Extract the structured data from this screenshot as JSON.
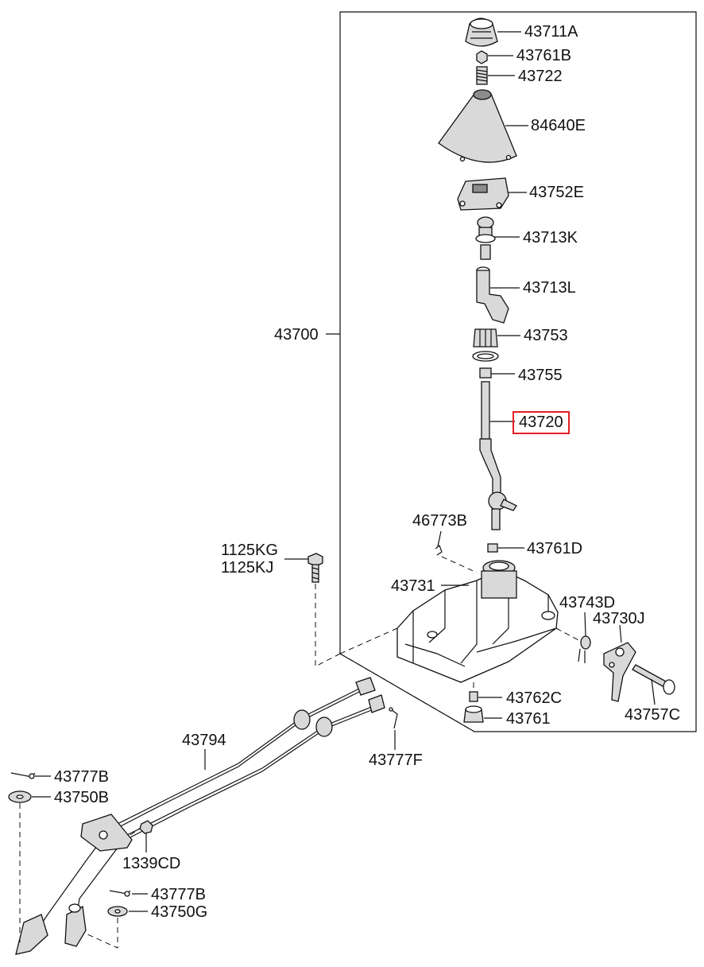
{
  "parts": [
    {
      "id": "p43711A",
      "code": "43711A",
      "highlight": false
    },
    {
      "id": "p43761B",
      "code": "43761B",
      "highlight": false
    },
    {
      "id": "p43722",
      "code": "43722",
      "highlight": false
    },
    {
      "id": "p84640E",
      "code": "84640E",
      "highlight": false
    },
    {
      "id": "p43752E",
      "code": "43752E",
      "highlight": false
    },
    {
      "id": "p43713K",
      "code": "43713K",
      "highlight": false
    },
    {
      "id": "p43713L",
      "code": "43713L",
      "highlight": false
    },
    {
      "id": "p43700",
      "code": "43700",
      "highlight": false
    },
    {
      "id": "p43753",
      "code": "43753",
      "highlight": false
    },
    {
      "id": "p43755",
      "code": "43755",
      "highlight": false
    },
    {
      "id": "p43720",
      "code": "43720",
      "highlight": true
    },
    {
      "id": "p46773B",
      "code": "46773B",
      "highlight": false
    },
    {
      "id": "p43761D",
      "code": "43761D",
      "highlight": false
    },
    {
      "id": "p1125KG",
      "code": "1125KG",
      "highlight": false
    },
    {
      "id": "p1125KJ",
      "code": "1125KJ",
      "highlight": false
    },
    {
      "id": "p43731",
      "code": "43731",
      "highlight": false
    },
    {
      "id": "p43743D",
      "code": "43743D",
      "highlight": false
    },
    {
      "id": "p43730J",
      "code": "43730J",
      "highlight": false
    },
    {
      "id": "p43762C",
      "code": "43762C",
      "highlight": false
    },
    {
      "id": "p43761",
      "code": "43761",
      "highlight": false
    },
    {
      "id": "p43757C",
      "code": "43757C",
      "highlight": false
    },
    {
      "id": "p43794",
      "code": "43794",
      "highlight": false
    },
    {
      "id": "p43777F",
      "code": "43777F",
      "highlight": false
    },
    {
      "id": "p43777B_top",
      "code": "43777B",
      "highlight": false
    },
    {
      "id": "p43750B",
      "code": "43750B",
      "highlight": false
    },
    {
      "id": "p1339CD",
      "code": "1339CD",
      "highlight": false
    },
    {
      "id": "p43777B_bottom",
      "code": "43777B",
      "highlight": false
    },
    {
      "id": "p43750G",
      "code": "43750G",
      "highlight": false
    }
  ],
  "highlight_color": "#e41e26"
}
